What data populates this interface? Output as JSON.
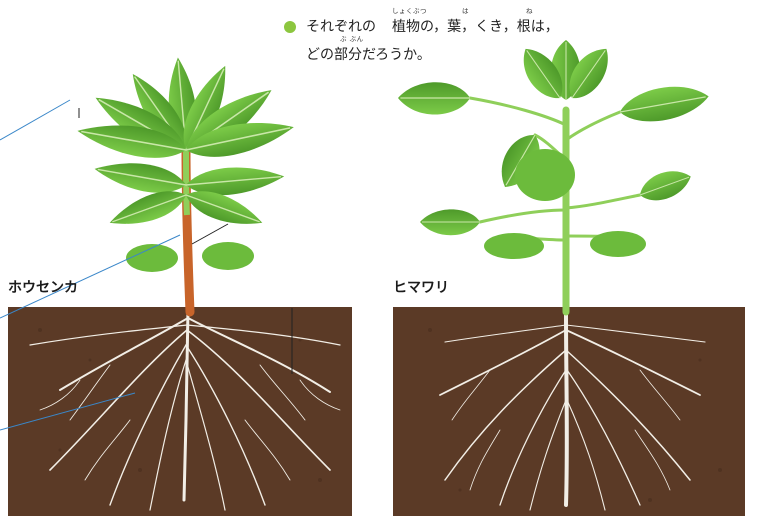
{
  "question": {
    "line1_before": "それぞれの",
    "word1": "植物",
    "between1": "の，",
    "word2": "葉",
    "between2": "，くき，",
    "word3": "根",
    "line1_after": "は，",
    "line2_before": "どの",
    "word4": "部分",
    "line2_after": "だろうか。",
    "ruby1": "しょくぶつ",
    "ruby2": "は",
    "ruby3": "ね",
    "ruby4": "ぶ ぶん"
  },
  "plants": {
    "left_name": "ホウセンカ",
    "right_name": "ヒマワリ"
  },
  "colors": {
    "bullet": "#8cc63f",
    "soil": "#5b3a26",
    "leaf": "#6cbb3c",
    "leaf_dark": "#4e9a2a",
    "stem_touch_me_not": "#c8642a",
    "stem_sunflower": "#8fcf5a",
    "root": "#f2eee6",
    "pointer_line": "#3a87c9"
  }
}
